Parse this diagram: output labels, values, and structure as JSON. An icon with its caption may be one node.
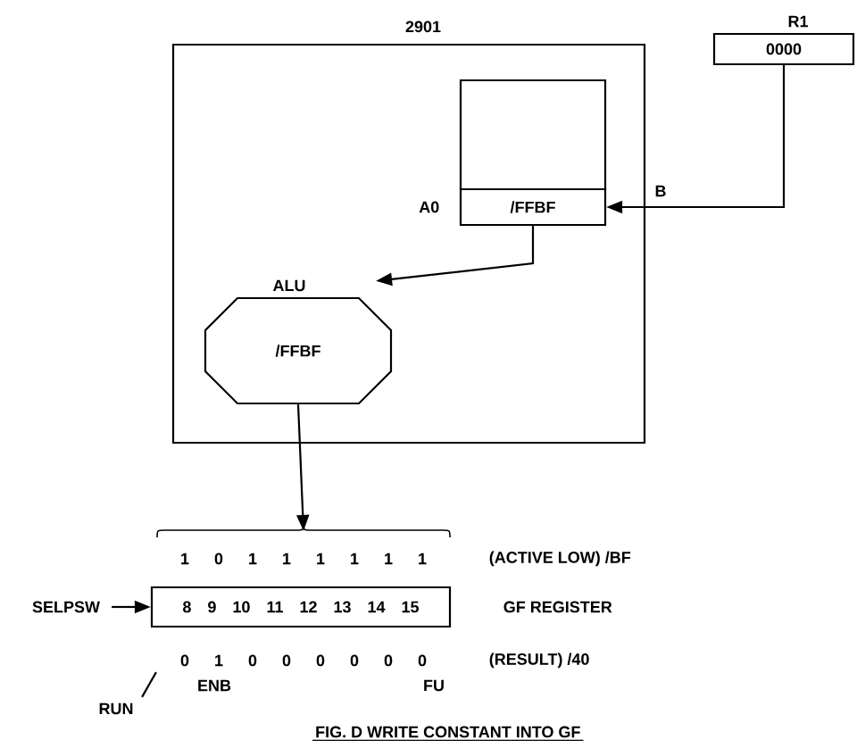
{
  "diagram": {
    "caption": "FIG. D WRITE CONSTANT INTO GF",
    "nodes": [
      {
        "text": [
          "2901"
        ]
      },
      {
        "text": [
          "R1",
          "0000"
        ]
      },
      {
        "text": [],
        "shape": "box",
        "in": 0
      },
      {
        "text": [
          "/FFBF"
        ],
        "beside": [
          "A0"
        ],
        "in": 0
      },
      {
        "text": [
          "ALU",
          "/FFBF"
        ],
        "in": 0
      },
      {
        "text": [
          "8 9 10 11 12 13 14 15"
        ],
        "beside": [
          "GF REGISTER"
        ]
      },
      {
        "text": [
          "SELPSW"
        ]
      },
      {
        "text": [
          "1 0 1 1 1 1 1 1"
        ],
        "beside": [
          "(ACTIVE LOW) /BF"
        ]
      },
      {
        "text": [
          "0 1 0 0 0 0 0 0"
        ],
        "beside": [
          "(RESULT) /40"
        ]
      },
      {
        "text": [
          "RUN"
        ]
      }
    ],
    "edges": [
      {
        "from": 1,
        "to": 3,
        "arrow": "to",
        "label": "B"
      },
      {
        "from": 3,
        "to": 4,
        "arrow": "to"
      },
      {
        "from": 4,
        "to": 7,
        "arrow": "to"
      },
      {
        "from": 6,
        "to": 5,
        "arrow": "to"
      },
      {
        "from": 9,
        "to": 8,
        "arrow": "none"
      }
    ],
    "labels": [
      "ENB",
      "FU"
    ]
  }
}
